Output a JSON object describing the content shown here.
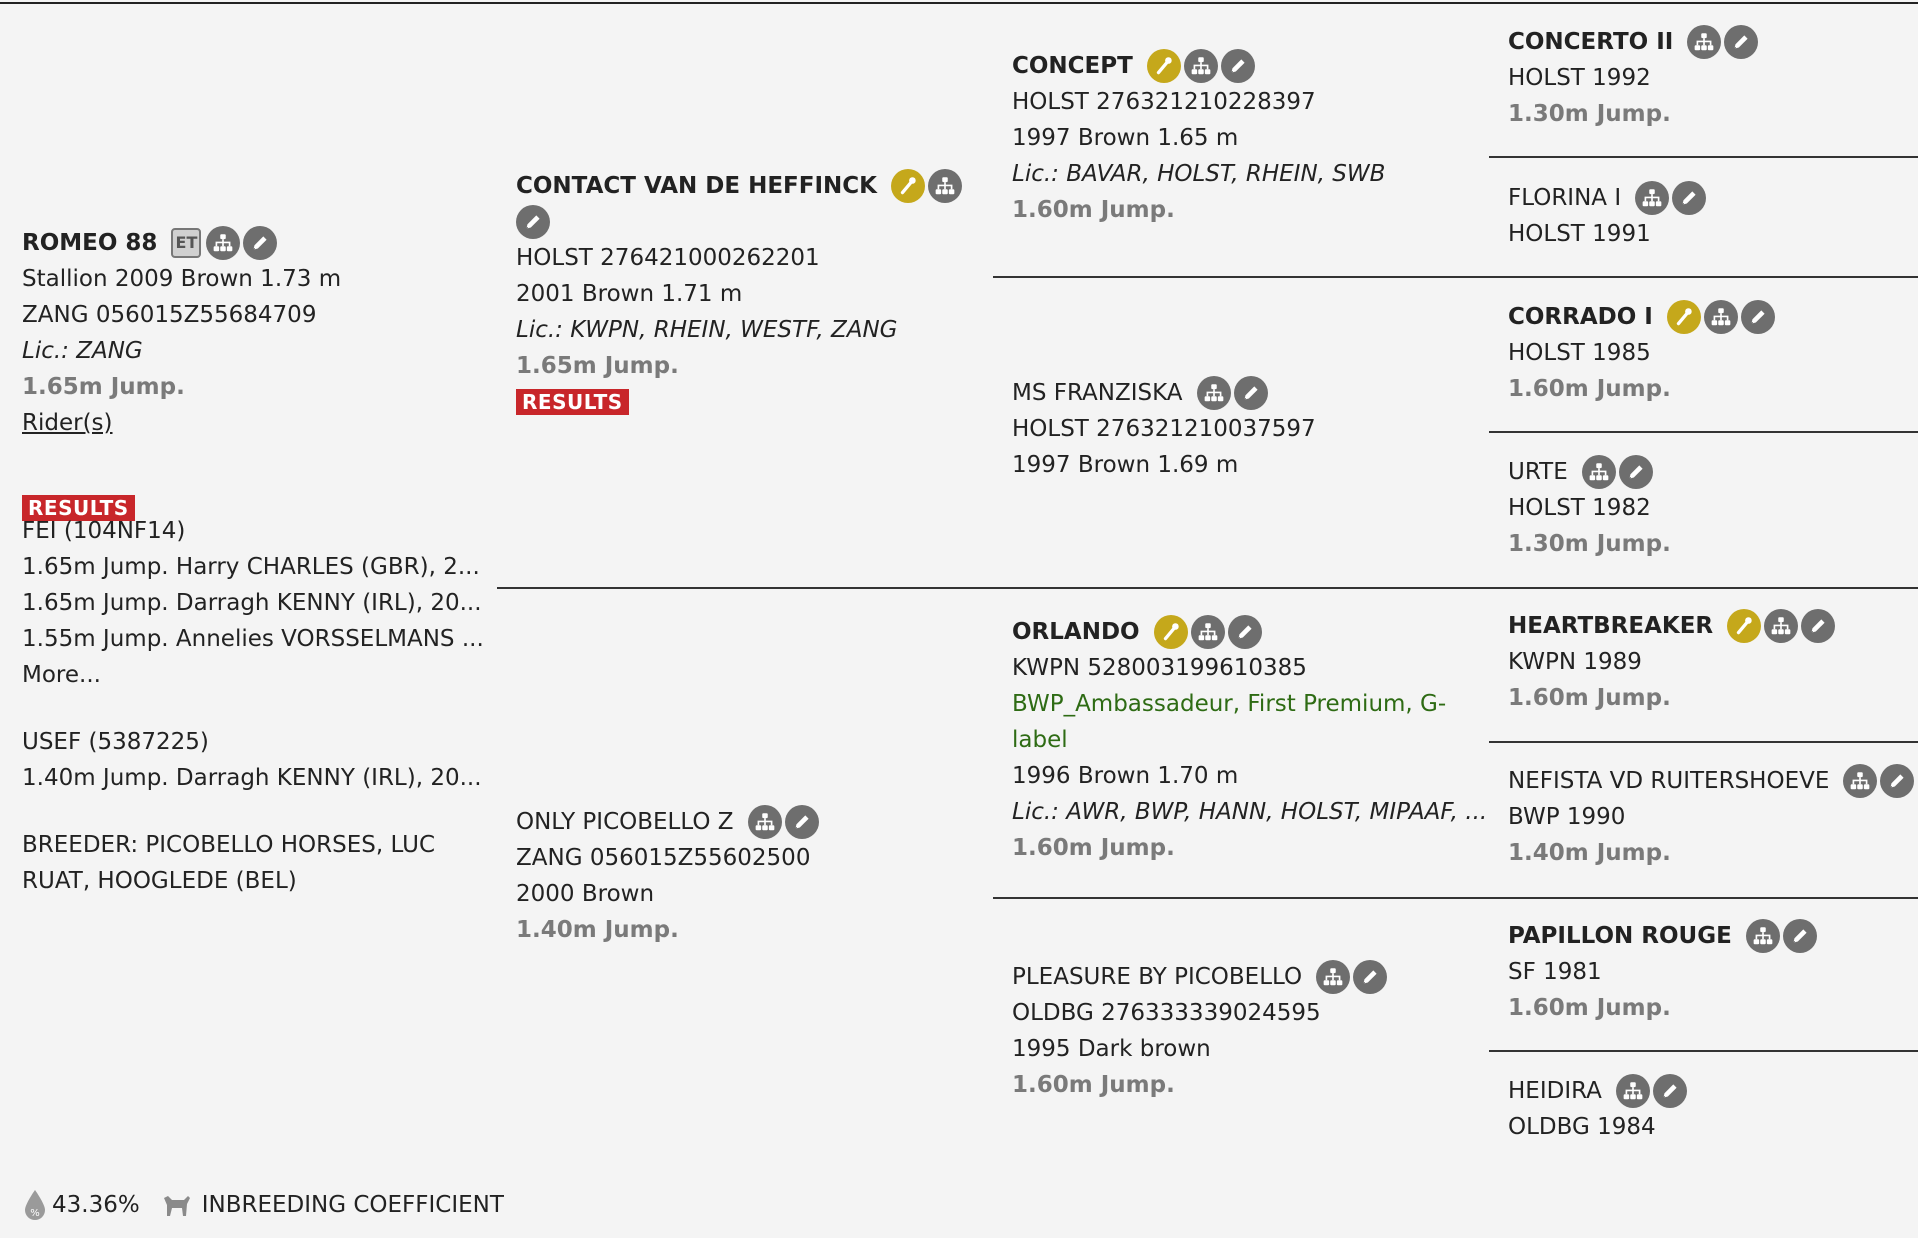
{
  "subject": {
    "name": "ROMEO 88",
    "et_badge": "ET",
    "line1": "Stallion 2009 Brown 1.73 m",
    "line2": "ZANG 056015Z55684709",
    "lic": "Lic.: ZANG",
    "jump": "1.65m Jump.",
    "riders_link": "Rider(s)",
    "results_badge": "RESULTS",
    "fei_header": "FEI (104NF14)",
    "fei_results": [
      "1.65m Jump. Harry CHARLES (GBR), 2...",
      "1.65m Jump. Darragh KENNY (IRL), 20...",
      "1.55m Jump. Annelies VORSSELMANS ..."
    ],
    "more_link": "More...",
    "usef_header": "USEF (5387225)",
    "usef_results": [
      "1.40m Jump. Darragh KENNY (IRL), 20..."
    ],
    "breeder": "BREEDER: PICOBELLO HORSES, LUC RUAT, HOOGLEDE (BEL)"
  },
  "sire": {
    "name": "CONTACT VAN DE HEFFINCK",
    "line1": "HOLST 276421000262201",
    "line2": "2001 Brown 1.71 m",
    "lic": "Lic.: KWPN, RHEIN, WESTF, ZANG",
    "jump": "1.65m Jump.",
    "results_badge": "RESULTS"
  },
  "dam": {
    "name": "ONLY PICOBELLO Z",
    "line1": "ZANG 056015Z55602500",
    "line2": "2000 Brown",
    "jump": "1.40m Jump."
  },
  "ss": {
    "name": "CONCEPT",
    "line1": "HOLST 276321210228397",
    "line2": "1997 Brown 1.65 m",
    "lic": "Lic.: BAVAR, HOLST, RHEIN, SWB",
    "jump": "1.60m Jump."
  },
  "sd": {
    "name": "MS FRANZISKA",
    "line1": "HOLST 276321210037597",
    "line2": "1997 Brown 1.69 m"
  },
  "ds": {
    "name": "ORLANDO",
    "line1": "KWPN 528003199610385",
    "predicates": "BWP_Ambassadeur, First Premium, G-label",
    "line2": "1996 Brown 1.70 m",
    "lic": "Lic.: AWR, BWP, HANN, HOLST, MIPAAF, ...",
    "jump": "1.60m Jump."
  },
  "dd": {
    "name": "PLEASURE BY PICOBELLO",
    "line1": "OLDBG 276333339024595",
    "line2": "1995 Dark brown",
    "jump": "1.60m Jump."
  },
  "g3": [
    {
      "name": "CONCERTO II",
      "line1": "HOLST 1992",
      "jump": "1.30m Jump."
    },
    {
      "name": "FLORINA I",
      "line1": "HOLST 1991",
      "jump": ""
    },
    {
      "name": "CORRADO I",
      "line1": "HOLST 1985",
      "jump": "1.60m Jump."
    },
    {
      "name": "URTE",
      "line1": "HOLST 1982",
      "jump": "1.30m Jump."
    },
    {
      "name": "HEARTBREAKER",
      "line1": "KWPN 1989",
      "jump": "1.60m Jump."
    },
    {
      "name": "NEFISTA VD RUITERSHOEVE",
      "line1": "BWP 1990",
      "jump": "1.40m Jump."
    },
    {
      "name": "PAPILLON ROUGE",
      "line1": "SF 1981",
      "jump": "1.60m Jump."
    },
    {
      "name": "HEIDIRA",
      "line1": "OLDBG 1984",
      "jump": ""
    }
  ],
  "footer": {
    "percent": "43.36%",
    "label": "INBREEDING COEFFICIENT"
  },
  "colors": {
    "gold_icon": "#c5a81b",
    "grey_icon": "#6e6e6e",
    "results_red": "#c8262a",
    "jump_grey": "#7a7a7a",
    "predicate_green": "#2e6b14"
  }
}
